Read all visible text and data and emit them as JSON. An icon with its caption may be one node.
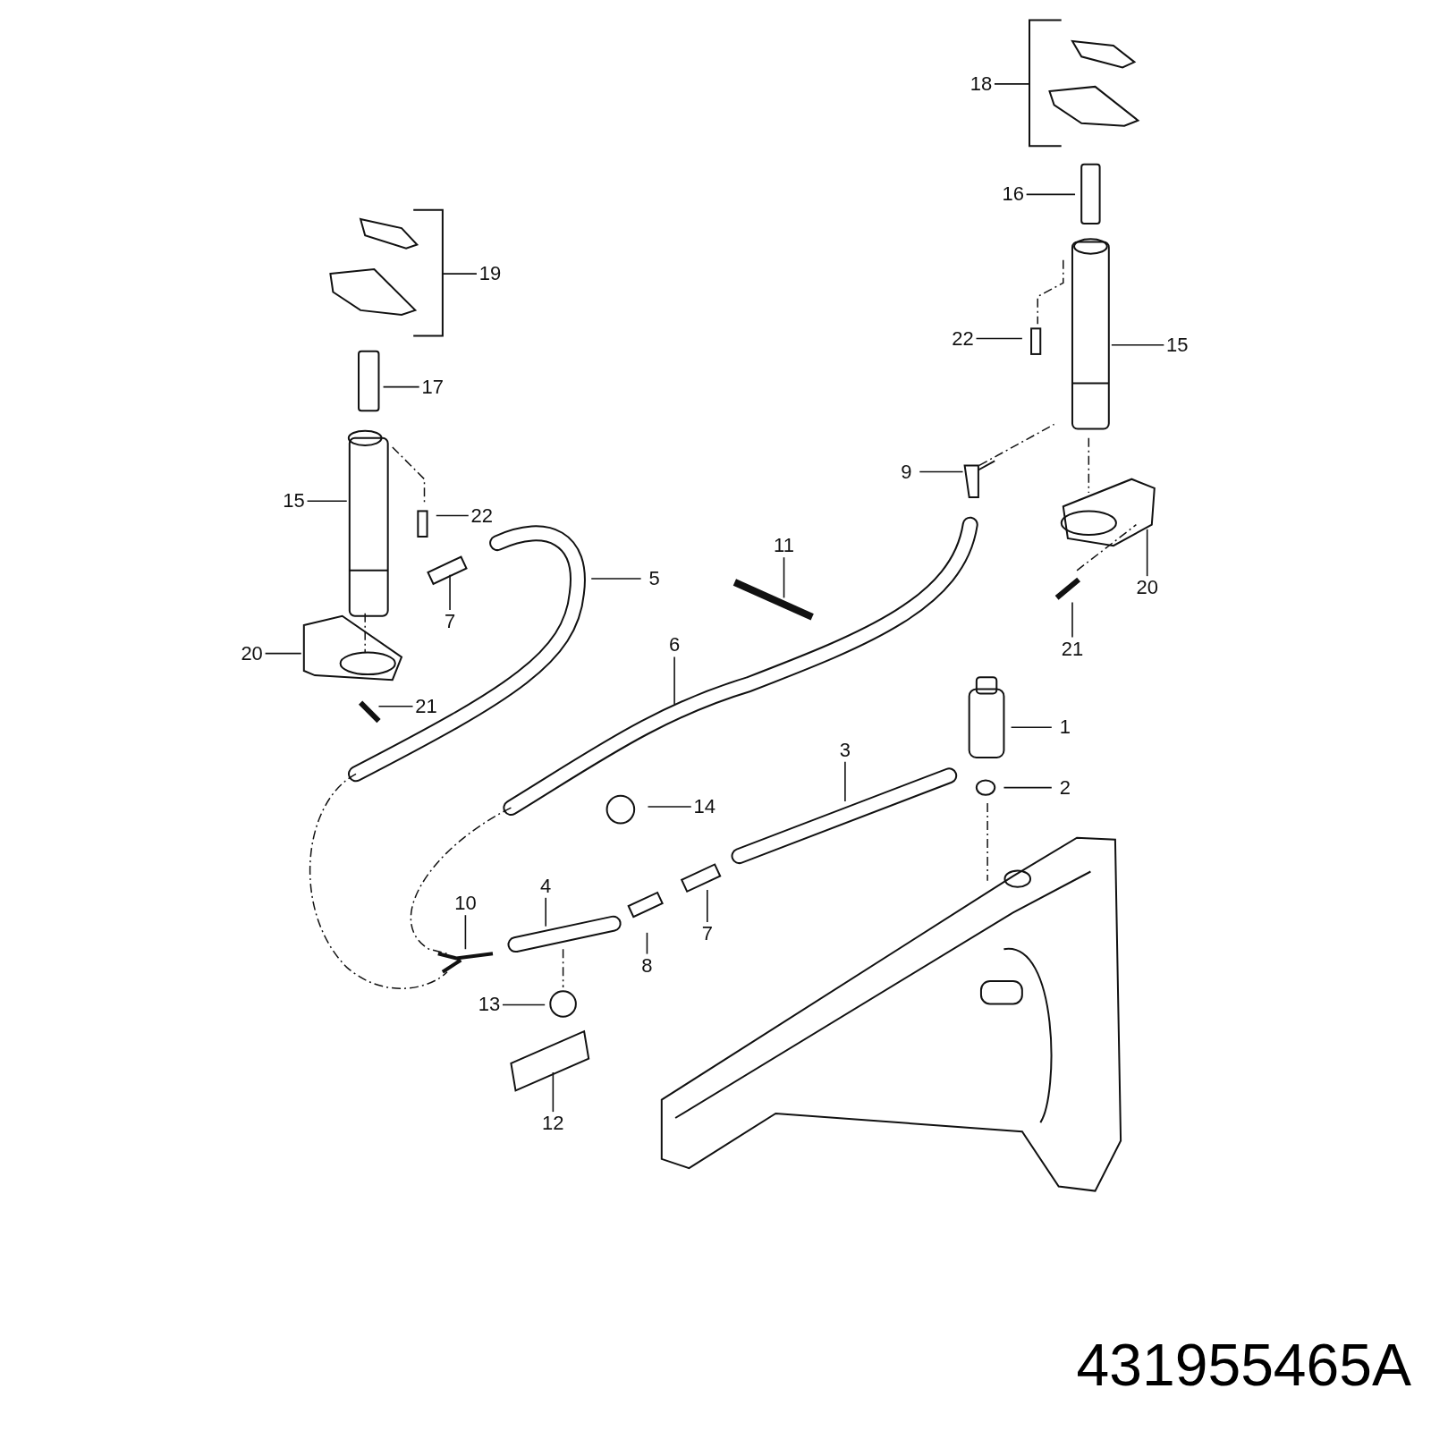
{
  "diagram": {
    "nodes": [
      {
        "text": [
          "18"
        ]
      },
      {
        "text": [
          "16"
        ]
      },
      {
        "text": [
          "19"
        ]
      },
      {
        "text": [
          "22"
        ]
      },
      {
        "text": [
          "15"
        ]
      },
      {
        "text": [
          "17"
        ]
      },
      {
        "text": [
          "9"
        ]
      },
      {
        "text": [
          "15"
        ]
      },
      {
        "text": [
          "22"
        ]
      },
      {
        "text": [
          "11"
        ]
      },
      {
        "text": [
          "5"
        ]
      },
      {
        "text": [
          "20"
        ]
      },
      {
        "text": [
          "7"
        ]
      },
      {
        "text": [
          "6"
        ]
      },
      {
        "text": [
          "21"
        ]
      },
      {
        "text": [
          "20"
        ]
      },
      {
        "text": [
          "21"
        ]
      },
      {
        "text": [
          "1"
        ]
      },
      {
        "text": [
          "3"
        ]
      },
      {
        "text": [
          "2"
        ]
      },
      {
        "text": [
          "14"
        ]
      },
      {
        "text": [
          "4"
        ]
      },
      {
        "text": [
          "10"
        ]
      },
      {
        "text": [
          "7"
        ]
      },
      {
        "text": [
          "8"
        ]
      },
      {
        "text": [
          "13"
        ]
      },
      {
        "text": [
          "12"
        ]
      }
    ],
    "edges": [
      {
        "from": 0,
        "to": null,
        "arrow": "none"
      },
      {
        "from": 1,
        "to": null,
        "arrow": "none"
      },
      {
        "from": 2,
        "to": null,
        "arrow": "none"
      },
      {
        "from": 3,
        "to": null,
        "arrow": "none"
      },
      {
        "from": 4,
        "to": null,
        "arrow": "none"
      },
      {
        "from": 5,
        "to": null,
        "arrow": "none"
      },
      {
        "from": 6,
        "to": null,
        "arrow": "none"
      },
      {
        "from": 7,
        "to": null,
        "arrow": "none"
      },
      {
        "from": 8,
        "to": null,
        "arrow": "none"
      },
      {
        "from": 9,
        "to": null,
        "arrow": "none"
      },
      {
        "from": 10,
        "to": null,
        "arrow": "none"
      },
      {
        "from": 11,
        "to": null,
        "arrow": "none"
      },
      {
        "from": 12,
        "to": null,
        "arrow": "none"
      },
      {
        "from": 13,
        "to": null,
        "arrow": "none"
      },
      {
        "from": 14,
        "to": null,
        "arrow": "none"
      },
      {
        "from": 15,
        "to": null,
        "arrow": "none"
      },
      {
        "from": 16,
        "to": null,
        "arrow": "none"
      },
      {
        "from": 17,
        "to": null,
        "arrow": "none"
      },
      {
        "from": 18,
        "to": null,
        "arrow": "none"
      },
      {
        "from": 19,
        "to": null,
        "arrow": "none"
      },
      {
        "from": 20,
        "to": null,
        "arrow": "none"
      },
      {
        "from": 21,
        "to": null,
        "arrow": "none"
      },
      {
        "from": 22,
        "to": null,
        "arrow": "none"
      },
      {
        "from": 23,
        "to": null,
        "arrow": "none"
      },
      {
        "from": 24,
        "to": null,
        "arrow": "none"
      },
      {
        "from": 25,
        "to": null,
        "arrow": "none"
      },
      {
        "from": 26,
        "to": null,
        "arrow": "none"
      }
    ],
    "labels": [
      "431955465A"
    ]
  }
}
